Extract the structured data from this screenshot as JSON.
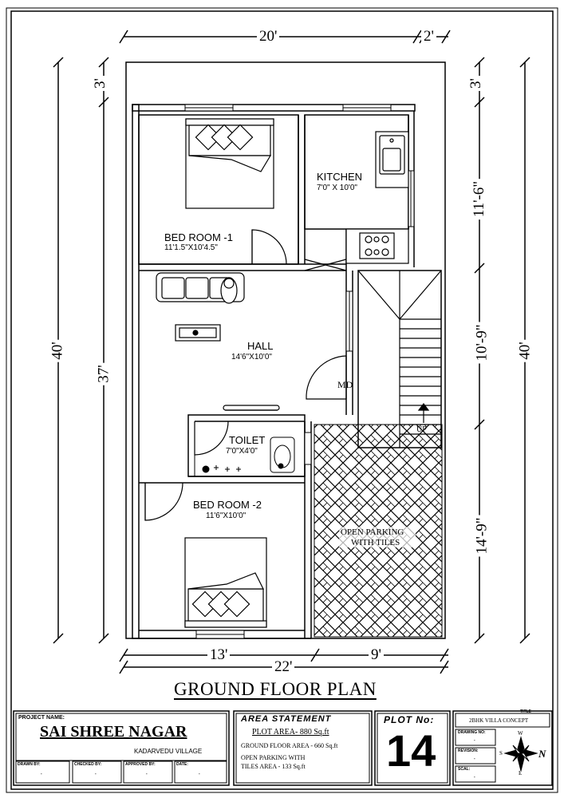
{
  "dimensions": {
    "top_main": "20'",
    "top_extra": "2'",
    "left_outer": "40'",
    "left_setback": "3'",
    "left_inner": "37'",
    "right_outer": "40'",
    "right_setback": "3'",
    "right_kitchen": "11'-6\"",
    "right_stair": "10'-9\"",
    "right_parking": "14'-9\"",
    "bottom_left": "13'",
    "bottom_right": "9'",
    "bottom_total": "22'"
  },
  "rooms": {
    "bedroom1": {
      "name": "BED ROOM -1",
      "size": "11'1.5\"X10'4.5\""
    },
    "kitchen": {
      "name": "KITCHEN",
      "size": "7'0\" X 10'0\""
    },
    "hall": {
      "name": "HALL",
      "size": "14'6\"X10'0\""
    },
    "toilet": {
      "name": "TOILET",
      "size": "7'0\"X4'0\""
    },
    "bedroom2": {
      "name": "BED ROOM -2",
      "size": "11'6\"X10'0\""
    },
    "md": "MD",
    "up": "UP",
    "parking_line1": "OPEN PARKING",
    "parking_line2": "WITH TILES"
  },
  "plan_title": "GROUND FLOOR PLAN",
  "title_block": {
    "project_label": "PROJECT NAME:",
    "project_name": "SAI SHREE NAGAR",
    "village": "KADARVEDU VILLAGE",
    "drawn_by": "DRAWN BY:",
    "checked_by": "CHECKED BY:",
    "approved_by": "APPROVED BY:",
    "date": "DATE:",
    "dash": "-",
    "area_heading": "AREA STATEMENT",
    "plot_area": "PLOT AREA-  880 Sq.ft",
    "ground_floor_area": "GROUND FLOOR AREA -  660 Sq.ft",
    "parking_area_1": "OPEN PARKING WITH",
    "parking_area_2": "TILES AREA           -  133 Sq.ft",
    "plot_no_label": "PLOT No:",
    "plot_no": "14",
    "title_label": "TITLE",
    "title_value": "2BHK VILLA CONCEPT",
    "drawing_no": "DRAWING NO:",
    "revision": "REVISION:",
    "scale": "SCAL:",
    "compass": {
      "n": "N",
      "s": "S",
      "e": "E",
      "w": "W"
    }
  }
}
